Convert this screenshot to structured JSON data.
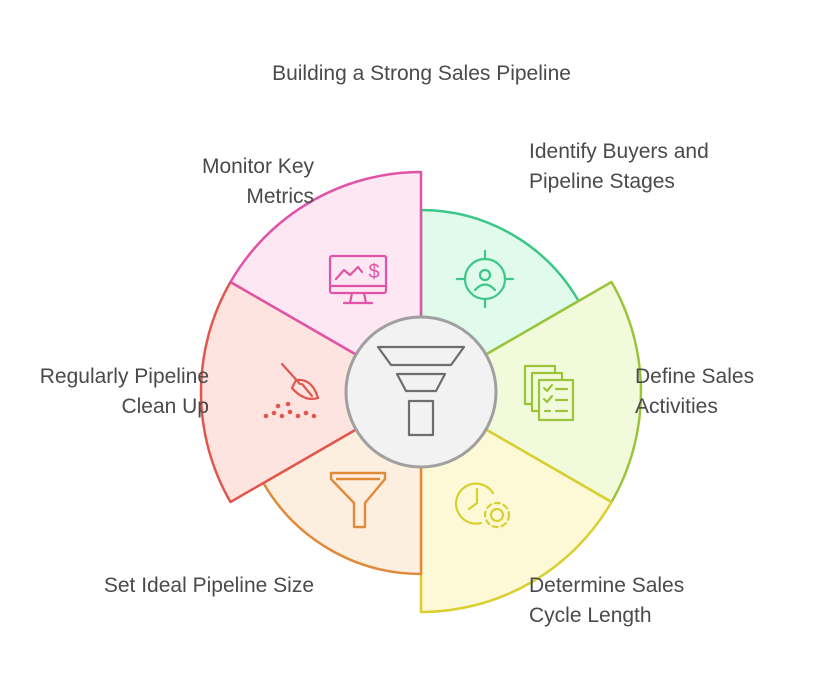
{
  "title": "Building a Strong Sales Pipeline",
  "center_icon": "funnel-stages-icon",
  "segments": [
    {
      "id": "identify",
      "lines": [
        "Identify Buyers and",
        "Pipeline Stages"
      ],
      "icon": "target-person-icon",
      "stroke": "#3cc788",
      "fill": "#e0fbec"
    },
    {
      "id": "define",
      "lines": [
        "Define Sales",
        "Activities"
      ],
      "icon": "checklist-documents-icon",
      "stroke": "#9cc43a",
      "fill": "#f1fbdc"
    },
    {
      "id": "determine",
      "lines": [
        "Determine Sales",
        "Cycle Length"
      ],
      "icon": "clock-gear-icon",
      "stroke": "#d9cf2e",
      "fill": "#fdf9d6"
    },
    {
      "id": "size",
      "lines": [
        "Set Ideal Pipeline Size"
      ],
      "icon": "funnel-icon",
      "stroke": "#e08a3a",
      "fill": "#fdefdf"
    },
    {
      "id": "cleanup",
      "lines": [
        "Regularly Pipeline",
        "Clean Up"
      ],
      "icon": "broom-icon",
      "stroke": "#e0574e",
      "fill": "#fde4e1"
    },
    {
      "id": "monitor",
      "lines": [
        "Monitor Key",
        "Metrics"
      ],
      "icon": "monitor-dollar-chart-icon",
      "stroke": "#e053a6",
      "fill": "#fde7f3"
    }
  ]
}
